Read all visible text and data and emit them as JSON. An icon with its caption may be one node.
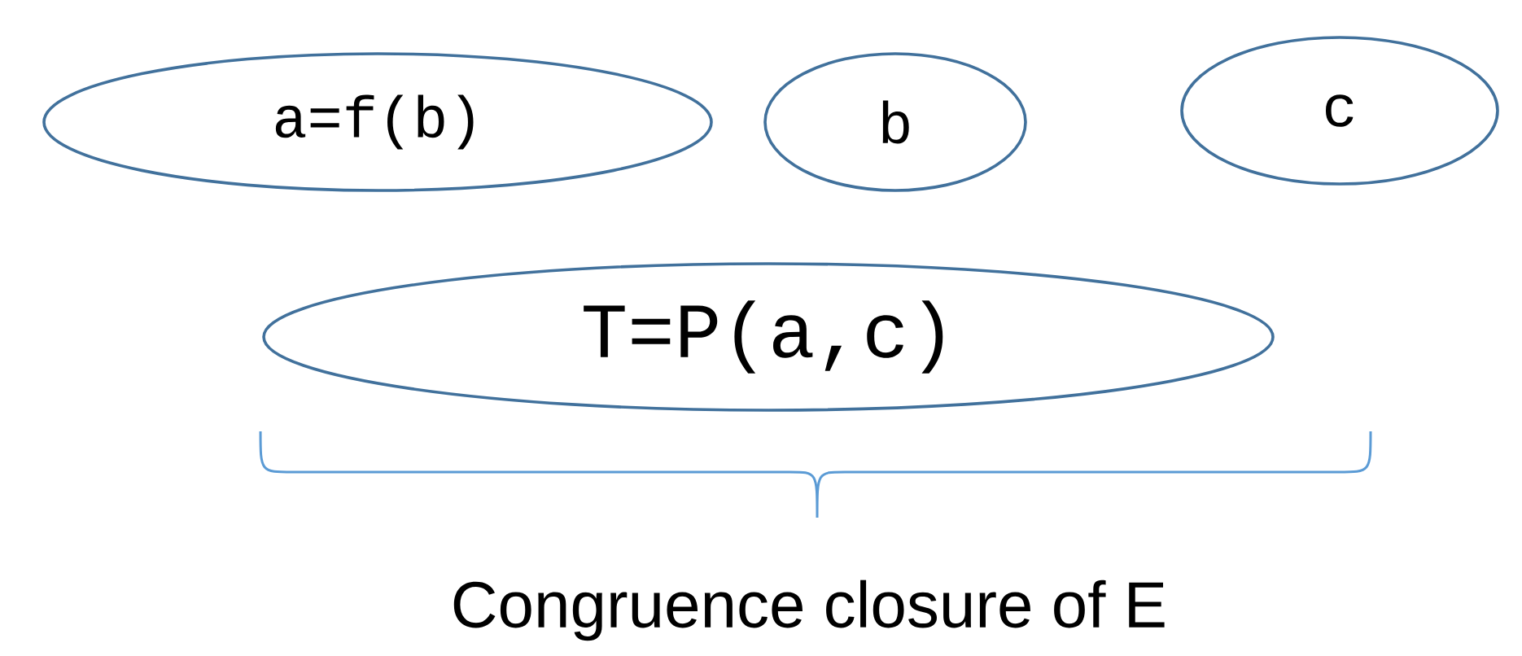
{
  "diagram": {
    "nodes": [
      {
        "text": [
          "a=f(b)"
        ]
      },
      {
        "text": [
          "b"
        ]
      },
      {
        "text": [
          "c"
        ]
      },
      {
        "text": [
          "T=P(a,c)"
        ]
      }
    ],
    "labels": [
      "Congruence closure of E"
    ]
  }
}
